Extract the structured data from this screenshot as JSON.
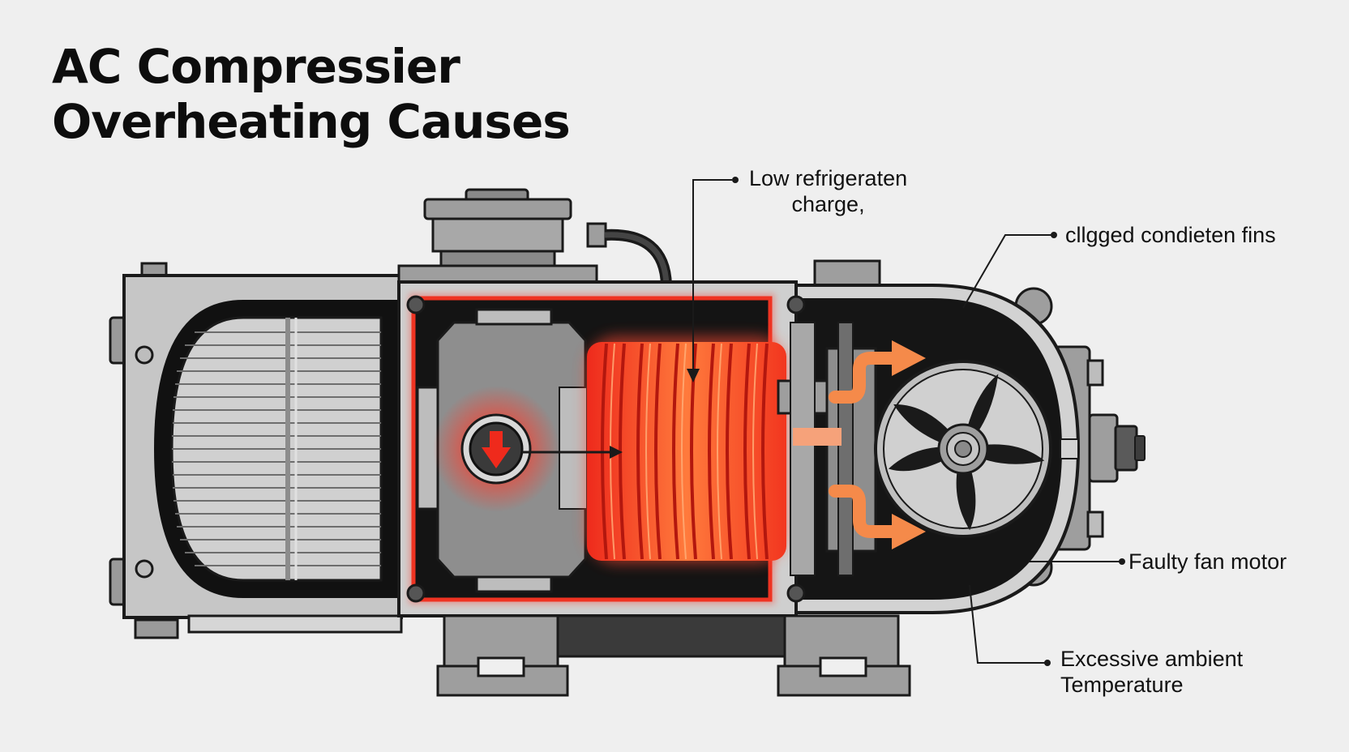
{
  "title": {
    "line1": "AC Compressier",
    "line2": "Overheating Causes"
  },
  "callouts": {
    "low_refrigerant": {
      "line1": "Low refrigeraten",
      "line2": "charge,"
    },
    "clogged_fins": {
      "line1": "cllgged condieten fins"
    },
    "faulty_fan": {
      "line1": "Faulty fan motor"
    },
    "ambient": {
      "line1": "Excessive ambient",
      "line2": "Temperature"
    }
  },
  "colors": {
    "background": "#efefef",
    "casing": "#b8b8b8",
    "outline": "#1a1a1a",
    "heat_red": "#f0301e",
    "heat_glow": "#ff5a3c",
    "airflow_orange": "#f58a4a"
  },
  "icons": [
    "fan-icon",
    "heat-coil-icon",
    "airflow-arrow-icon",
    "overheat-indicator-icon"
  ]
}
